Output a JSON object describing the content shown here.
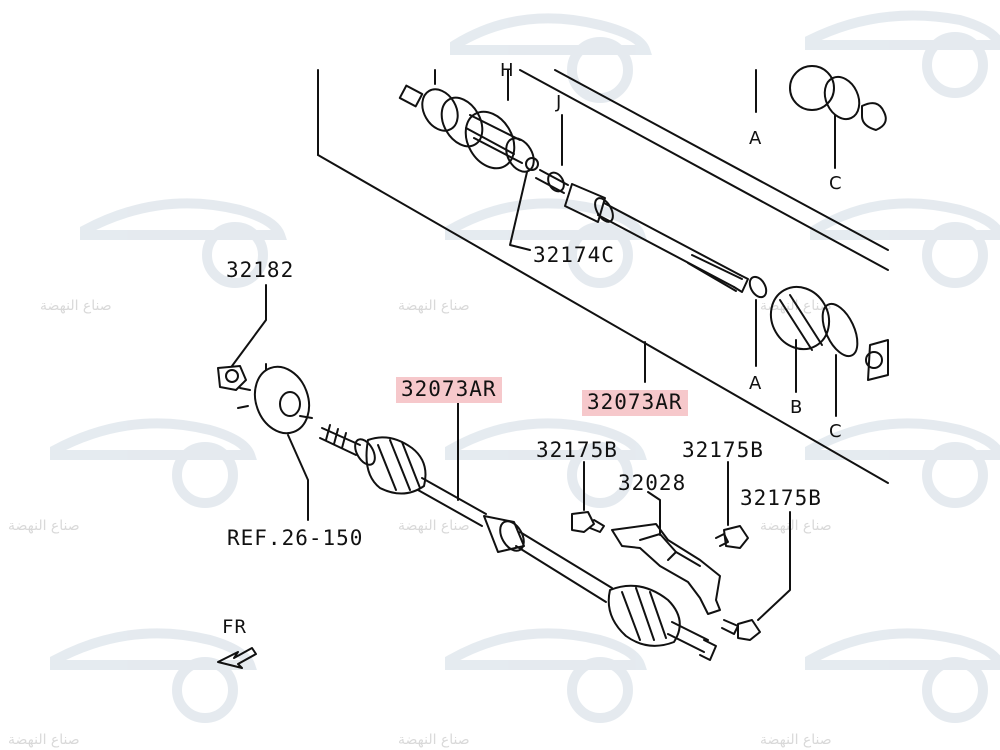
{
  "watermark": {
    "text": "صناع النهضة",
    "color": "#dcdcdc",
    "accent": "#b9c8d6"
  },
  "labels": {
    "p32182": "32182",
    "p32174c": "32174C",
    "p32073ar_left": "32073AR",
    "p32073ar_right": "32073AR",
    "p32175b_1": "32175B",
    "p32175b_2": "32175B",
    "p32175b_3": "32175B",
    "p32028": "32028",
    "ref": "REF.26-150",
    "fr": "FR"
  },
  "letters": {
    "a_top": "A",
    "c_top": "C",
    "j": "J",
    "h": "H",
    "a_mid": "A",
    "b_mid": "B",
    "c_mid": "C"
  },
  "highlight_color": "#f6c8cb"
}
